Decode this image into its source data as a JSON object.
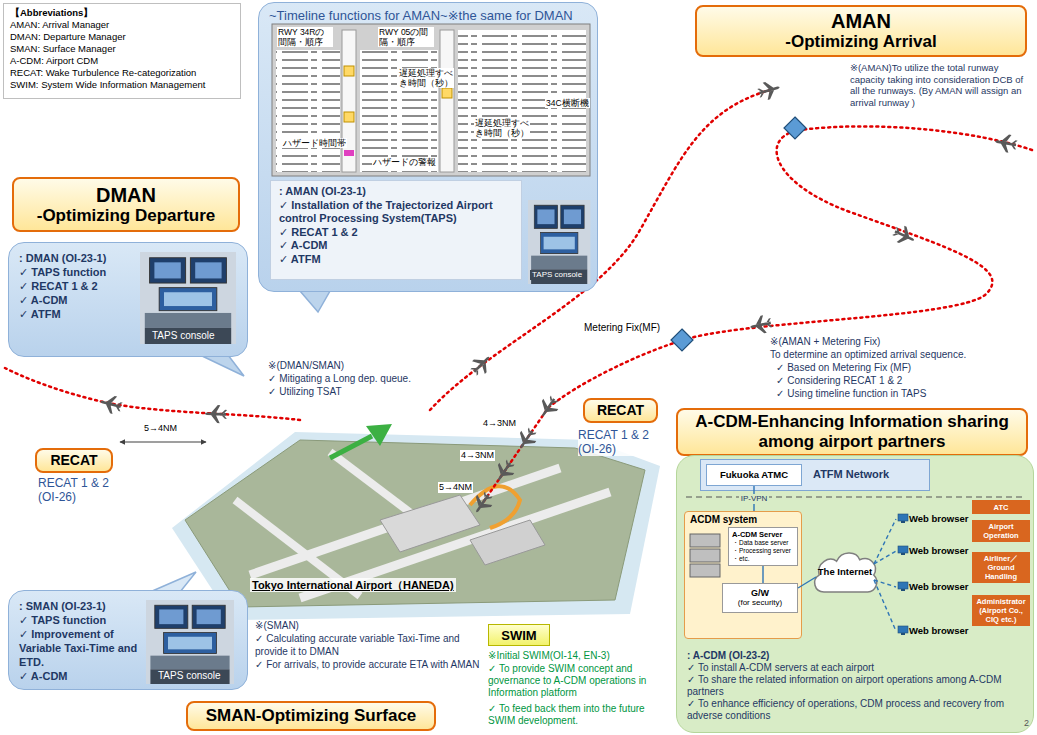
{
  "diagram": {
    "nodes": [
      {
        "text": [
          "【Abbreviations】",
          "AMAN: Arrival Manager",
          "DMAN: Departure Manager",
          "SMAN: Surface Manager",
          "A-CDM: Airport CDM",
          "RECAT: Wake Turbulence Re-categorization",
          "SWIM: System Wide Information Management"
        ]
      },
      {
        "text": [
          "~Timeline functions for AMAN~※the same for DMAN"
        ]
      },
      {
        "text": [
          ": AMAN (OI-23-1)",
          "✓ Installation of the Trajectorized Airport control Processing System(TAPS)",
          "✓ RECAT 1 & 2",
          "✓ A-CDM",
          "✓ ATFM"
        ],
        "in": 1
      },
      {
        "text": [
          "AMAN",
          "-Optimizing Arrival"
        ]
      },
      {
        "text": [
          "DMAN",
          "-Optimizing Departure"
        ]
      },
      {
        "text": [
          ": DMAN (OI-23-1)",
          "✓ TAPS function",
          "✓ RECAT 1 & 2",
          "✓ A-CDM",
          "✓ ATFM"
        ]
      },
      {
        "text": [
          "RECAT"
        ]
      },
      {
        "text": [
          "RECAT"
        ]
      },
      {
        "text": [
          "A-CDM-Enhancing Information sharing among airport partners"
        ]
      },
      {
        "text": [
          ": A-CDM (OI-23-2)",
          "✓ To install A-CDM servers at each airport",
          "✓ To share the related information on airport operations among A-CDM partners",
          "✓ To enhance efficiency of operations, CDM process and recovery from adverse conditions"
        ]
      },
      {
        "text": [
          "ATFM Network"
        ],
        "in": 9
      },
      {
        "text": [
          "Fukuoka ATMC"
        ],
        "in": 10
      },
      {
        "text": [
          "ACDM system"
        ],
        "in": 9
      },
      {
        "text": [
          "A-CDM Server",
          "・Data base server",
          "・Processing server",
          "・etc."
        ],
        "in": 12
      },
      {
        "text": [
          "G/W",
          "(for security)"
        ],
        "in": 12
      },
      {
        "text": [
          "The Internet"
        ],
        "in": 9
      },
      {
        "text": [
          "Web browser"
        ],
        "in": 9
      },
      {
        "text": [
          "Web browser"
        ],
        "in": 9
      },
      {
        "text": [
          "Web browser"
        ],
        "in": 9
      },
      {
        "text": [
          "Web browser"
        ],
        "in": 9
      },
      {
        "text": [
          "ATC"
        ],
        "in": 9
      },
      {
        "text": [
          "Airport Operation"
        ],
        "in": 9
      },
      {
        "text": [
          "Airliner／Ground Handling"
        ],
        "in": 9
      },
      {
        "text": [
          "Administrator (Airport Co., CIQ etc.)"
        ],
        "in": 9
      },
      {
        "text": [
          ": SMAN (OI-23-1)",
          "✓ TAPS function",
          "✓ Improvement of Variable Taxi-Time and ETD.",
          "✓ A-CDM"
        ]
      },
      {
        "text": [
          "SMAN-Optimizing Surface"
        ]
      },
      {
        "text": [
          "SWIM"
        ]
      }
    ],
    "edges": [
      {
        "from": 11,
        "to": 12,
        "arrow": "none",
        "label": "IP-VPN"
      },
      {
        "from": 13,
        "to": 14,
        "arrow": "none"
      },
      {
        "from": 14,
        "to": 15,
        "arrow": "none"
      },
      {
        "from": 15,
        "to": 16,
        "arrow": "none"
      },
      {
        "from": 15,
        "to": 17,
        "arrow": "none"
      },
      {
        "from": 15,
        "to": 18,
        "arrow": "none"
      },
      {
        "from": 15,
        "to": 19,
        "arrow": "none"
      }
    ],
    "labels": [
      "RWY 34Rの間隔・順序",
      "RWY 05の間隔・順序",
      "遅延処理すべき時間（秒）",
      "遅延処理すべき時間（秒）",
      "ハザード時間帯",
      "ハザードの警報",
      "34C横断機",
      "TAPS console",
      "※(AMAN)To utilize the total runway capacity taking into consideration DCB of all the runways. (By AMAN will assign an arrival runway )",
      "Metering Fix(MF)",
      "※(AMAN + Metering Fix)",
      "To determine an optimized arrival sequence.",
      "✓ Based on Metering Fix (MF)",
      "✓ Considering RECAT 1 & 2",
      "✓ Using timeline function in TAPS",
      "TAPS console",
      "RECAT 1 & 2 (OI-26)",
      "5→4NM",
      "RECAT 1 & 2 (OI-26)",
      "4→3NM",
      "4→3NM",
      "5→4NM",
      "※(DMAN/SMAN)",
      "✓ Mitigating a Long dep. queue.",
      "✓ Utilizing TSAT",
      "Tokyo International Airport（HANEDA)",
      "TAPS console",
      "※(SMAN)",
      "✓ Calculating accurate variable Taxi-Time and provide it to DMAN",
      "✓ For arrivals, to provide accurate ETA with AMAN",
      "※Initial SWIM(OI-14, EN-3)",
      "✓ To provide SWIM concept and governance to A-CDM operations in Information platform",
      "✓ To feed back them into the future SWIM development.",
      "2"
    ]
  }
}
